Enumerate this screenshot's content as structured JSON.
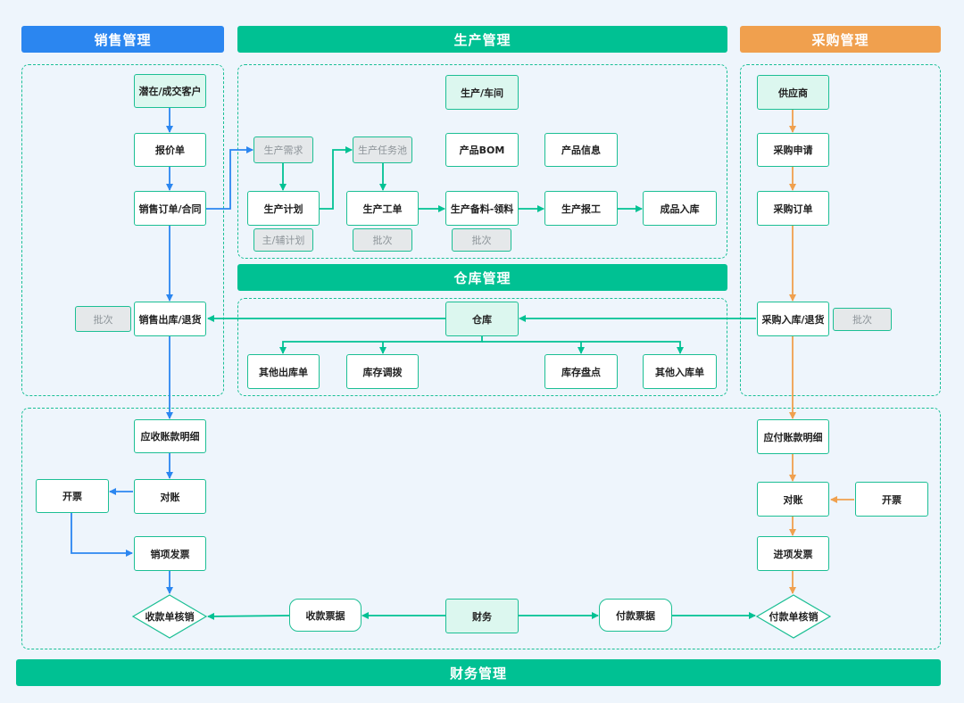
{
  "headers": {
    "sales": "销售管理",
    "production": "生产管理",
    "purchase": "采购管理",
    "warehouse": "仓库管理",
    "finance": "财务管理"
  },
  "sales": {
    "customer": "潜在/成交客户",
    "quote": "报价单",
    "order": "销售订单/合同",
    "outbound": "销售出库/退货",
    "batch": "批次"
  },
  "production": {
    "workshop": "生产/车间",
    "demand": "生产需求",
    "task_pool": "生产任务池",
    "bom": "产品BOM",
    "product_info": "产品信息",
    "plan": "生产计划",
    "work_order": "生产工单",
    "material": "生产备料-领料",
    "report": "生产报工",
    "finished_in": "成品入库",
    "main_plan": "主/辅计划",
    "batch1": "批次",
    "batch2": "批次"
  },
  "purchase": {
    "supplier": "供应商",
    "request": "采购申请",
    "order": "采购订单",
    "inbound": "采购入库/退货",
    "batch": "批次"
  },
  "warehouse": {
    "warehouse": "仓库",
    "other_out": "其他出库单",
    "transfer": "库存调拨",
    "stocktake": "库存盘点",
    "other_in": "其他入库单"
  },
  "finance": {
    "receivable": "应收账款明细",
    "reconcile_left": "对账",
    "invoice_left": "开票",
    "sales_invoice": "销项发票",
    "receipt_writeoff": "收款单核销",
    "receipt_bill": "收款票据",
    "finance": "财务",
    "payment_bill": "付款票据",
    "payment_writeoff": "付款单核销",
    "payable": "应付账款明细",
    "reconcile_right": "对账",
    "invoice_right": "开票",
    "purchase_invoice": "进项发票"
  },
  "colors": {
    "blue": "#2b86f0",
    "green": "#00c193",
    "orange": "#f0a04e",
    "node_border": "#1cbf94",
    "background": "#eef5fc"
  }
}
